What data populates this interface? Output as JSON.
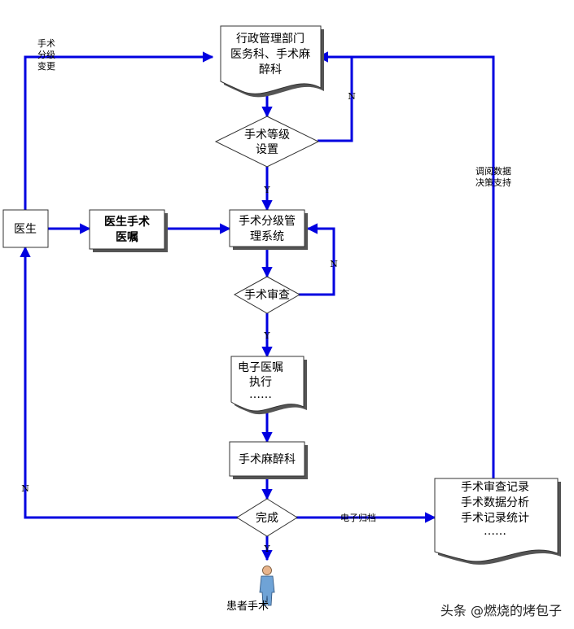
{
  "nodes": {
    "admin_doc": [
      "行政管理部门",
      "医务科、手术麻",
      "醉科"
    ],
    "grade_diamond": [
      "手术等级",
      "设置"
    ],
    "system_box": [
      "手术分级管",
      "理系统"
    ],
    "review_diamond": [
      "手术审查"
    ],
    "exec_doc": [
      "电子医嘱",
      "执行",
      "……"
    ],
    "anes_box": [
      "手术麻醉科"
    ],
    "done_diamond": [
      "完成"
    ],
    "records_doc": [
      "手术审查记录",
      "手术数据分析",
      "手术记录统计",
      "……"
    ],
    "doctor_box": [
      "医生"
    ],
    "order_box": [
      "医生手术",
      "医嘱"
    ],
    "patient_label": "患者手术"
  },
  "labels": {
    "grade_change": [
      "手术",
      "分级",
      "变更"
    ],
    "n_grade": "N",
    "y_grade": "Y",
    "n_review": "N",
    "y_review": "Y",
    "n_done": "N",
    "y_done": "Y",
    "archive": "电子归档",
    "decision": [
      "调阅数据",
      "决策支持"
    ]
  },
  "watermark": "头条 @燃烧的烤包子",
  "colors": {
    "flow": "#0000e0",
    "stroke": "#333333",
    "shadow": "#555555"
  }
}
